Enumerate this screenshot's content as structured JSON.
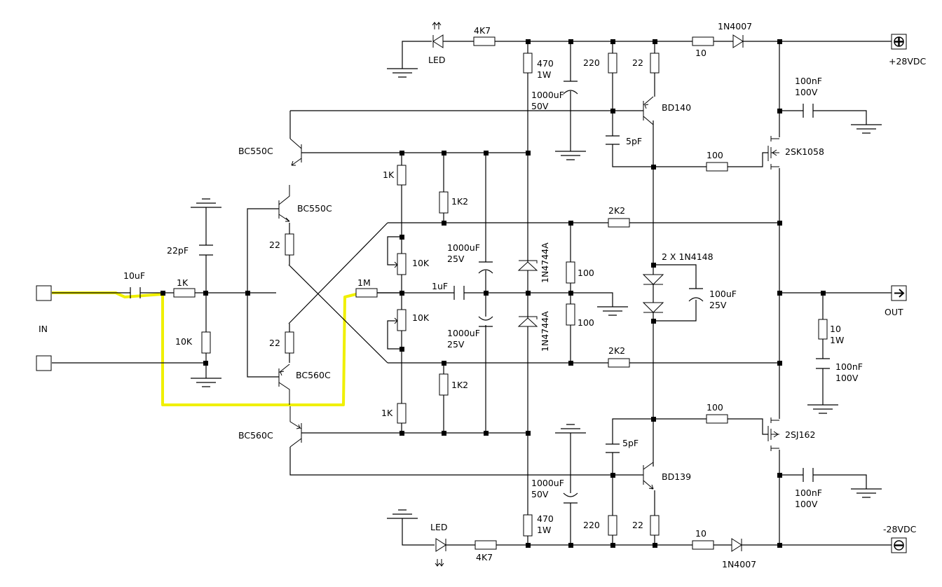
{
  "colors": {
    "wire": "#000000",
    "highlight": "#f0f000",
    "background": "#ffffff"
  },
  "transistors": {
    "q_in_top": "BC550C",
    "q_top_mirror": "BC550C",
    "q_bot_mirror": "BC560C",
    "q_in_bot": "BC560C",
    "q_driver_top": "BD140",
    "q_driver_bot": "BD139",
    "q_out_top": "2SK1058",
    "q_out_bot": "2SJ162"
  },
  "leds": {
    "top": "LED",
    "bottom": "LED"
  },
  "diodes": {
    "rect_top": "1N4007",
    "rect_bot": "1N4007",
    "zener_top": "1N4744A",
    "zener_bot": "1N4744A",
    "bias": "2 X 1N4148"
  },
  "resistors": {
    "r_led_top": "4K7",
    "r_led_bot": "4K7",
    "r_zener_top_val": "470",
    "r_zener_top_pw": "1W",
    "r_zener_bot_val": "470",
    "r_zener_bot_pw": "1W",
    "r_220_top": "220",
    "r_220_bot": "220",
    "r_22_top": "22",
    "r_22_bot": "22",
    "r_10_top": "10",
    "r_10_bot": "10",
    "r_gate_top": "100",
    "r_gate_bot": "100",
    "r_1k_top": "1K",
    "r_1k_bot": "1K",
    "r_1k2_top": "1K2",
    "r_1k2_bot": "1K2",
    "r_2k2_top": "2K2",
    "r_2k2_bot": "2K2",
    "r_emit_top": "22",
    "r_emit_bot": "22",
    "r_pot_top": "10K",
    "r_pot_bot": "10K",
    "r_mid_top": "100",
    "r_mid_bot": "100",
    "r_in": "1K",
    "r_shunt": "10K",
    "r_fb": "1M",
    "r_zobel_val": "10",
    "r_zobel_pw": "1W"
  },
  "capacitors": {
    "c_in": "10uF",
    "c_22p": "22pF",
    "c_5p_top": "5pF",
    "c_5p_bot": "5pF",
    "c_1u": "1uF",
    "c_supply_top_val": "1000uF",
    "c_supply_top_v": "50V",
    "c_supply_bot_val": "1000uF",
    "c_supply_bot_v": "50V",
    "c_mid_top_val": "1000uF",
    "c_mid_top_v": "25V",
    "c_mid_bot_val": "1000uF",
    "c_mid_bot_v": "25V",
    "c_bias_val": "100uF",
    "c_bias_v": "25V",
    "c_decoup_top_val": "100nF",
    "c_decoup_top_v": "100V",
    "c_decoup_bot_val": "100nF",
    "c_decoup_bot_v": "100V",
    "c_zobel_val": "100nF",
    "c_zobel_v": "100V"
  },
  "terminals": {
    "in": "IN",
    "out": "OUT",
    "vpos": "+28VDC",
    "vneg": "-28VDC"
  }
}
